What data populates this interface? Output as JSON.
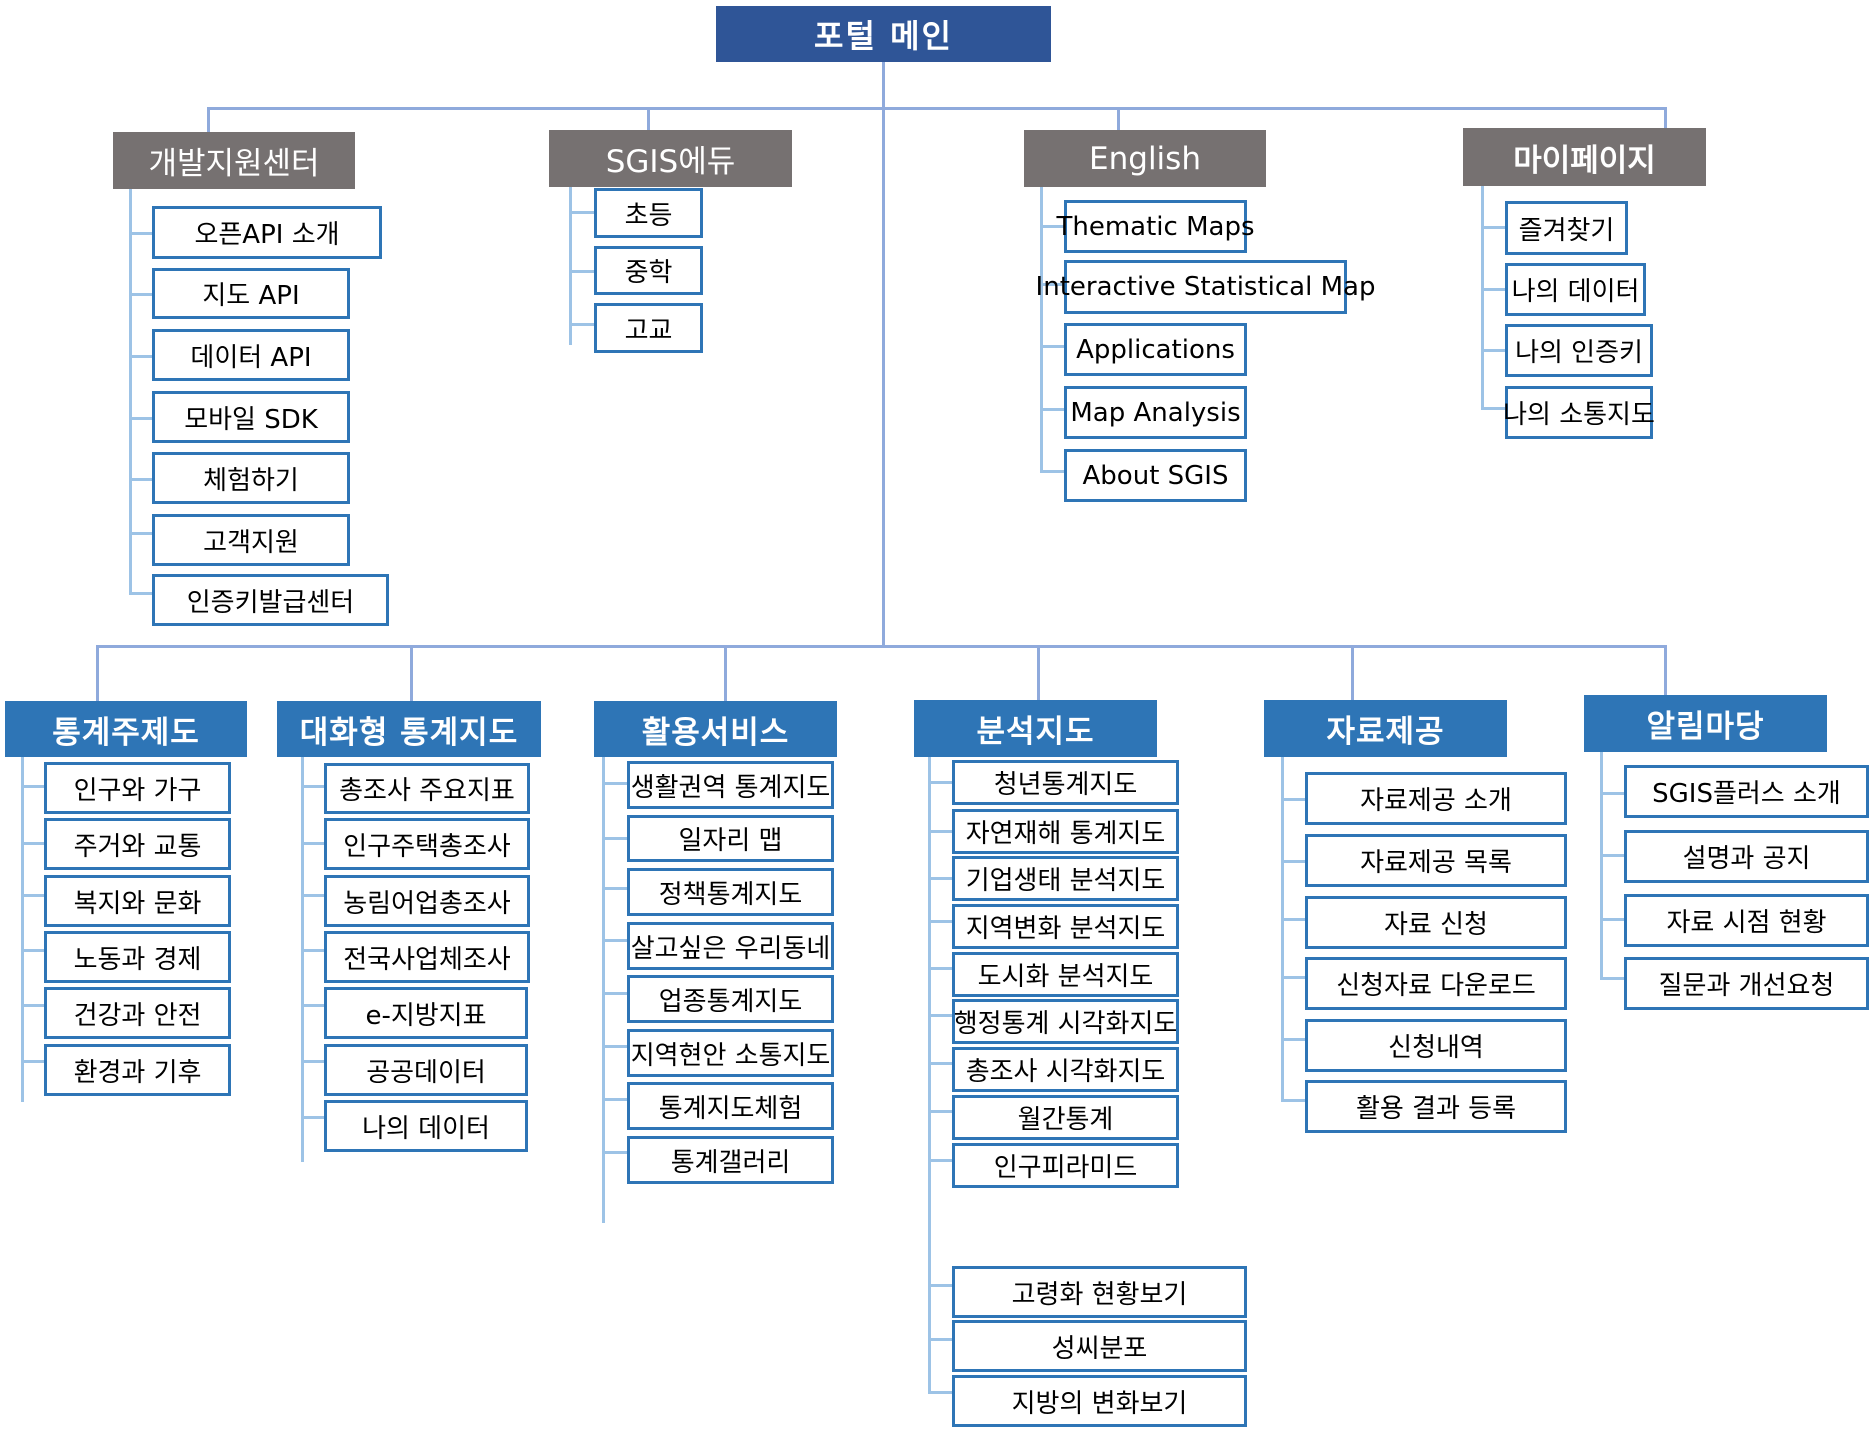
{
  "root": {
    "label": "포털 메인"
  },
  "top_sections": [
    {
      "label": "개발지원센터",
      "items": [
        "오픈API 소개",
        "지도 API",
        "데이터 API",
        "모바일 SDK",
        "체험하기",
        "고객지원",
        "인증키발급센터"
      ]
    },
    {
      "label": "SGIS에듀",
      "items": [
        "초등",
        "중학",
        "고교"
      ]
    },
    {
      "label": "English",
      "items": [
        "Thematic Maps",
        "Interactive Statistical Map",
        "Applications",
        "Map Analysis",
        "About SGIS"
      ]
    },
    {
      "label": "마이페이지",
      "items": [
        "즐겨찾기",
        "나의 데이터",
        "나의 인증키",
        "나의 소통지도"
      ]
    }
  ],
  "bottom_sections": [
    {
      "label": "통계주제도",
      "items": [
        "인구와 가구",
        "주거와 교통",
        "복지와 문화",
        "노동과 경제",
        "건강과 안전",
        "환경과 기후"
      ]
    },
    {
      "label": "대화형 통계지도",
      "items": [
        "총조사 주요지표",
        "인구주택총조사",
        "농림어업총조사",
        "전국사업체조사",
        "e-지방지표",
        "공공데이터",
        "나의 데이터"
      ]
    },
    {
      "label": "활용서비스",
      "items": [
        "생활권역 통계지도",
        "일자리 맵",
        "정책통계지도",
        "살고싶은 우리동네",
        "업종통계지도",
        "지역현안 소통지도",
        "통계지도체험",
        "통계갤러리"
      ]
    },
    {
      "label": "분석지도",
      "items": [
        "청년통계지도",
        "자연재해 통계지도",
        "기업생태 분석지도",
        "지역변화 분석지도",
        "도시화 분석지도",
        "행정통계 시각화지도",
        "총조사 시각화지도",
        "월간통계",
        "인구피라미드",
        "고령화 현황보기",
        "성씨분포",
        "지방의 변화보기"
      ]
    },
    {
      "label": "자료제공",
      "items": [
        "자료제공 소개",
        "자료제공 목록",
        "자료 신청",
        "신청자료 다운로드",
        "신청내역",
        "활용 결과 등록"
      ]
    },
    {
      "label": "알림마당",
      "items": [
        "SGIS플러스 소개",
        "설명과 공지",
        "자료 시점 현황",
        "질문과 개선요청"
      ]
    }
  ],
  "colors": {
    "root_bg": "#2F5597",
    "top_header_bg": "#767171",
    "bottom_header_bg": "#2E75B6",
    "item_border": "#2E75B6",
    "connector": "#8FAADC"
  }
}
